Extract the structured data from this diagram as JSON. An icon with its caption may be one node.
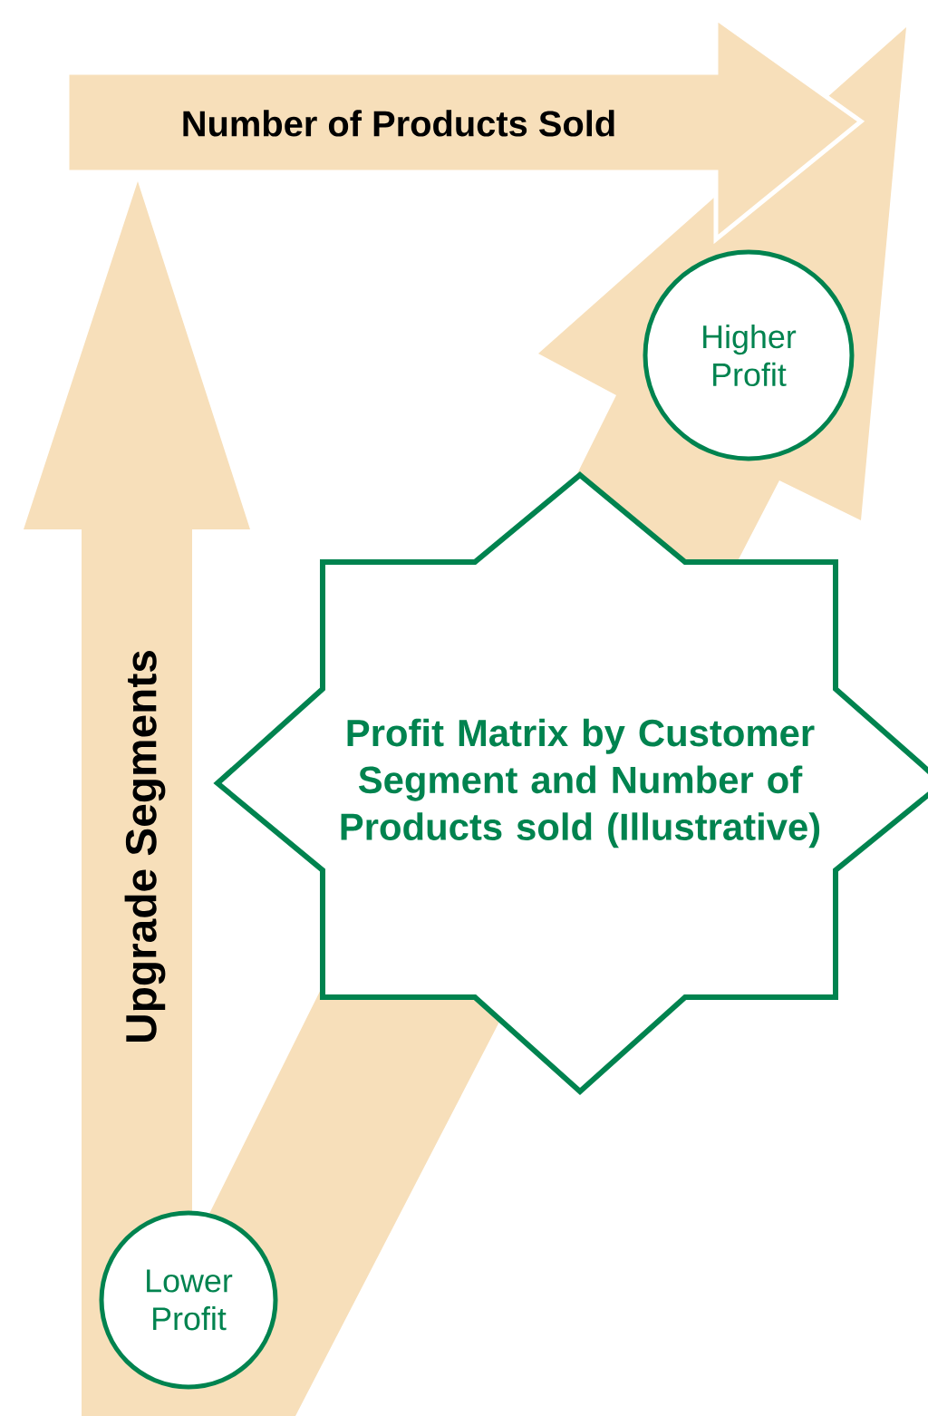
{
  "diagram": {
    "nodes": [
      {
        "text": [
          "Higher Profit"
        ]
      },
      {
        "text": [
          "Profit Matrix by Customer Segment and Number of Products sold (Illustrative)"
        ]
      },
      {
        "text": [
          "Lower Profit"
        ]
      }
    ],
    "labels": [
      "Number of Products Sold",
      "Upgrade Segments"
    ]
  }
}
